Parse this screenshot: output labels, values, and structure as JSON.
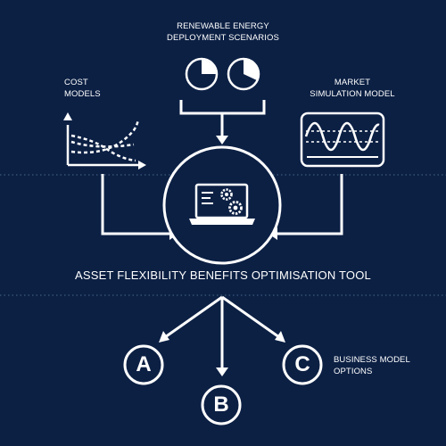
{
  "colors": {
    "background": "#0c2044",
    "foreground": "#ffffff",
    "divider": "#3d5a7a"
  },
  "labels": {
    "scenarios": [
      "RENEWABLE ENERGY",
      "DEPLOYMENT SCENARIOS"
    ],
    "cost_models": [
      "COST",
      "MODELS"
    ],
    "market_model": [
      "MARKET",
      "SIMULATION MODEL"
    ],
    "tool": "ASSET FLEXIBILITY BENEFITS OPTIMISATION TOOL",
    "business_options": [
      "BUSINESS MODEL",
      "OPTIONS"
    ]
  },
  "options": [
    "A",
    "B",
    "C"
  ],
  "icons": {
    "scenarios": "pie-chart-icon",
    "cost_models": "cost-curve-chart-icon",
    "market_model": "sine-wave-oscilloscope-icon",
    "tool": "laptop-gears-icon"
  }
}
